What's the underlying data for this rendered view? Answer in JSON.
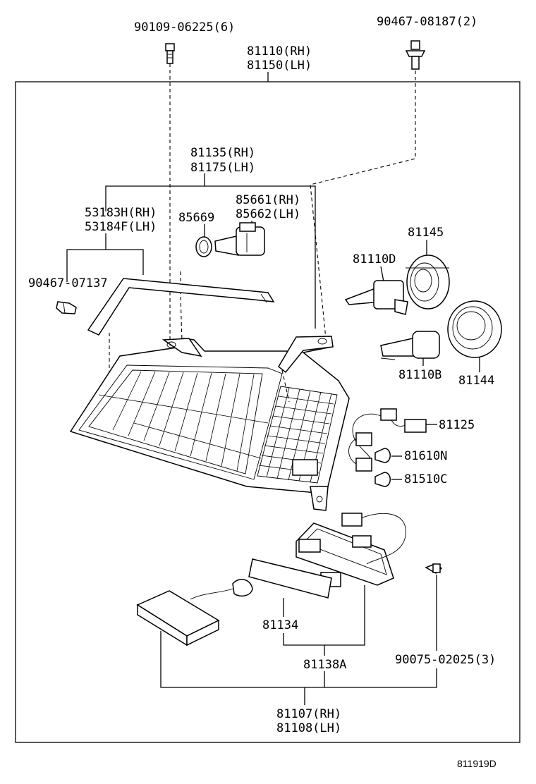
{
  "callouts": {
    "screw_top": "90109-06225(6)",
    "grommet_top": "90467-08187(2)",
    "unit_rh": "81110(RH)",
    "unit_lh": "81150(LH)",
    "housing_rh": "81135(RH)",
    "housing_lh": "81175(LH)",
    "socket_rh": "85661(RH)",
    "socket_lh": "85662(LH)",
    "gasket": "85669",
    "bracket_rh": "53183H(RH)",
    "bracket_lh": "53184F(LH)",
    "clip": "90467-07137",
    "cover": "81145",
    "bulb_hi": "81110D",
    "bulb_lo": "81110B",
    "cover2": "81144",
    "wiring": "81125",
    "bulb_side": "81610N",
    "bulb_marker": "81510C",
    "lens": "81134",
    "clearance_lamp": "81138A",
    "screw_small": "90075-02025(3)",
    "computer_rh": "81107(RH)",
    "computer_lh": "81108(LH)"
  },
  "diagram_ref": "811919D",
  "icons": [
    "screw-icon",
    "grommet-icon",
    "bulb-icon",
    "clip-icon"
  ]
}
